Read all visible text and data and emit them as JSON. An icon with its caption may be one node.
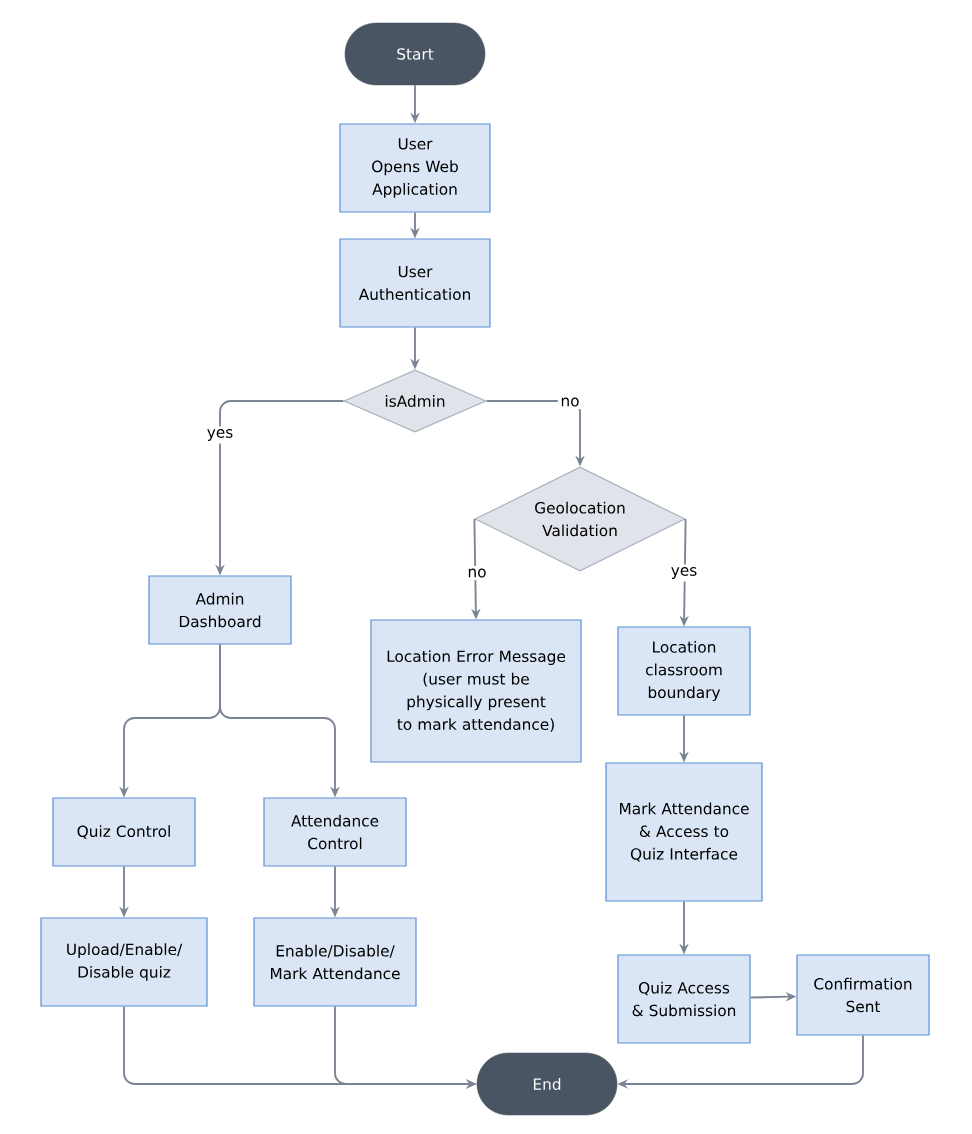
{
  "diagram": {
    "nodes": [
      {
        "text": [
          "Start"
        ]
      },
      {
        "text": [
          "User Opens Web Application"
        ]
      },
      {
        "text": [
          "User Authentication"
        ]
      },
      {
        "text": [
          "isAdmin"
        ]
      },
      {
        "text": [
          "Geolocation Validation"
        ]
      },
      {
        "text": [
          "Admin Dashboard"
        ]
      },
      {
        "text": [
          "Location Error Message (user must be physically present to mark attendance)"
        ]
      },
      {
        "text": [
          "Location classroom boundary"
        ]
      },
      {
        "text": [
          "Mark Attendance & Access to Quiz Interface"
        ]
      },
      {
        "text": [
          "Quiz Control"
        ]
      },
      {
        "text": [
          "Attendance Control"
        ]
      },
      {
        "text": [
          "Upload/Enable/ Disable quiz"
        ]
      },
      {
        "text": [
          "Enable/Disable/ Mark Attendance"
        ]
      },
      {
        "text": [
          "Quiz Access & Submission"
        ]
      },
      {
        "text": [
          "Confirmation Sent"
        ]
      },
      {
        "text": [
          "End"
        ]
      }
    ],
    "edges": [
      {
        "from": 0,
        "to": 1,
        "arrow": "to"
      },
      {
        "from": 1,
        "to": 2,
        "arrow": "to"
      },
      {
        "from": 2,
        "to": 3,
        "arrow": "to"
      },
      {
        "from": 3,
        "to": 5,
        "arrow": "to",
        "label": "yes"
      },
      {
        "from": 3,
        "to": 4,
        "arrow": "to",
        "label": "no"
      },
      {
        "from": 4,
        "to": 6,
        "arrow": "to",
        "label": "no"
      },
      {
        "from": 4,
        "to": 7,
        "arrow": "to",
        "label": "yes"
      },
      {
        "from": 5,
        "to": 9,
        "arrow": "to"
      },
      {
        "from": 5,
        "to": 10,
        "arrow": "to"
      },
      {
        "from": 7,
        "to": 8,
        "arrow": "to"
      },
      {
        "from": 8,
        "to": 13,
        "arrow": "to"
      },
      {
        "from": 13,
        "to": 14,
        "arrow": "to"
      },
      {
        "from": 11,
        "to": 15,
        "arrow": "to"
      },
      {
        "from": 12,
        "to": 15,
        "arrow": "to"
      },
      {
        "from": 14,
        "to": 15,
        "arrow": "to"
      },
      {
        "from": 9,
        "to": 11,
        "arrow": "to"
      },
      {
        "from": 10,
        "to": 12,
        "arrow": "to"
      }
    ]
  }
}
